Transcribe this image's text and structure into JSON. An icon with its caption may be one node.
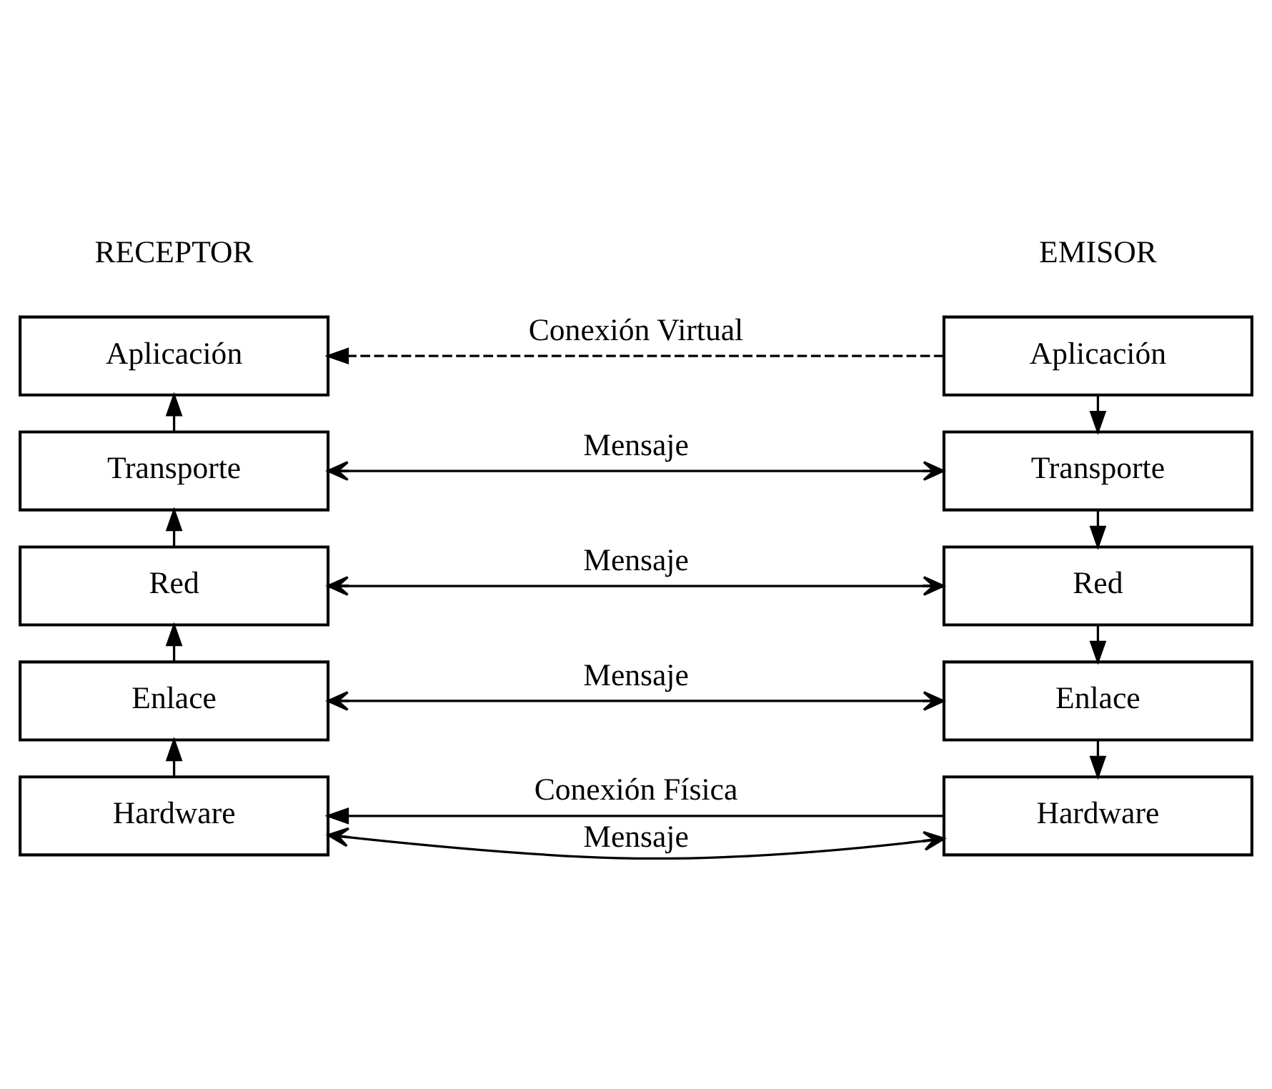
{
  "diagram": {
    "nodes": [
      {
        "text": [
          "Aplicación"
        ]
      },
      {
        "text": [
          "Transporte"
        ]
      },
      {
        "text": [
          "Red"
        ]
      },
      {
        "text": [
          "Enlace"
        ]
      },
      {
        "text": [
          "Hardware"
        ]
      },
      {
        "text": [
          "Aplicación"
        ]
      },
      {
        "text": [
          "Transporte"
        ]
      },
      {
        "text": [
          "Red"
        ]
      },
      {
        "text": [
          "Enlace"
        ]
      },
      {
        "text": [
          "Hardware"
        ]
      }
    ],
    "edges": [
      {
        "from": 0,
        "to": 5,
        "arrow": "to",
        "label": "Conexión Virtual",
        "style": "dashed"
      },
      {
        "from": 0,
        "to": 1,
        "arrow": "to"
      },
      {
        "from": 1,
        "to": 6,
        "arrow": "both",
        "label": "Mensaje"
      },
      {
        "from": 1,
        "to": 2,
        "arrow": "to"
      },
      {
        "from": 2,
        "to": 7,
        "arrow": "both",
        "label": "Mensaje"
      },
      {
        "from": 2,
        "to": 3,
        "arrow": "to"
      },
      {
        "from": 3,
        "to": 8,
        "arrow": "both",
        "label": "Mensaje"
      },
      {
        "from": 3,
        "to": 4,
        "arrow": "to"
      },
      {
        "from": 4,
        "to": 9,
        "arrow": "both",
        "label": "Mensaje"
      },
      {
        "from": 4,
        "to": 9,
        "arrow": "to",
        "label": "Conexión Física"
      },
      {
        "from": 9,
        "to": 8,
        "arrow": "to"
      },
      {
        "from": 8,
        "to": 7,
        "arrow": "to"
      },
      {
        "from": 7,
        "to": 6,
        "arrow": "to"
      },
      {
        "from": 6,
        "to": 5,
        "arrow": "to"
      }
    ],
    "labels": [
      "EMISOR",
      "RECEPTOR"
    ]
  }
}
